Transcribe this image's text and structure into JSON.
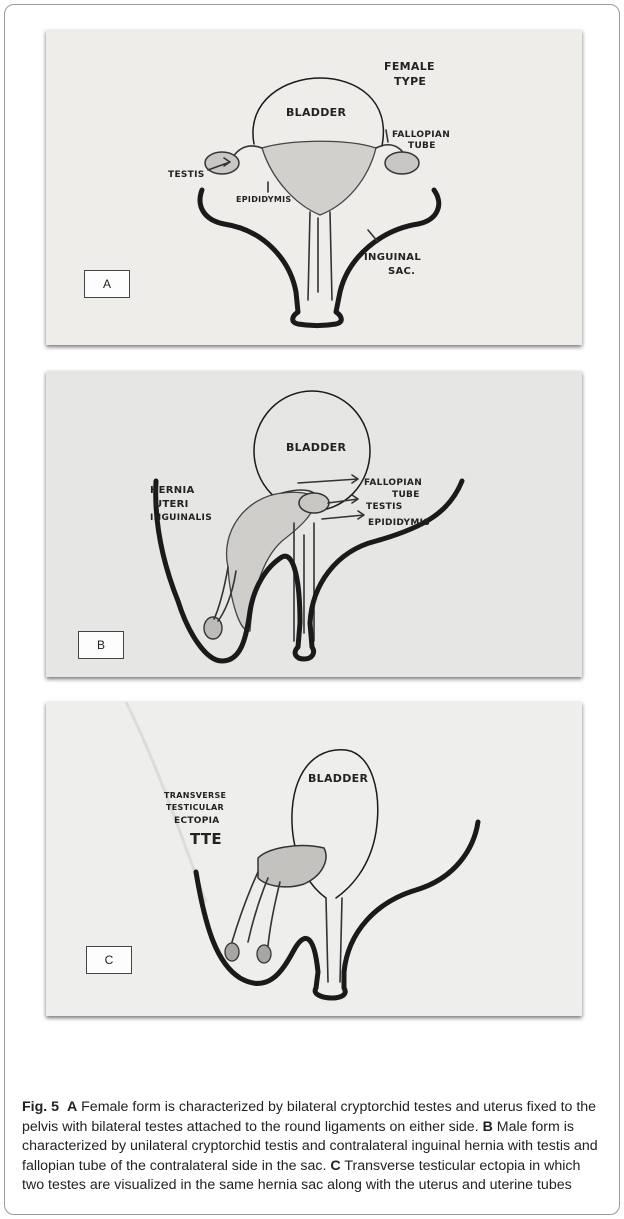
{
  "panels": {
    "a": {
      "box": "A",
      "labels": {
        "female_type_1": "FEMALE",
        "female_type_2": "TYPE",
        "bladder": "BLADDER",
        "fallopian_1": "FALLOPIAN",
        "fallopian_2": "TUBE",
        "testis": "TESTIS",
        "epididymis": "EPIDIDYMIS",
        "inguinal_1": "INGUINAL",
        "inguinal_2": "SAC."
      }
    },
    "b": {
      "box": "B",
      "labels": {
        "bladder": "BLADDER",
        "hernia_1": "HERNIA",
        "hernia_2": "UTERI",
        "hernia_3": "INGUINALIS",
        "fallopian_1": "FALLOPIAN",
        "fallopian_2": "TUBE",
        "testis": "TESTIS",
        "epididymis": "EPIDIDYMIS"
      }
    },
    "c": {
      "box": "C",
      "labels": {
        "bladder": "BLADDER",
        "tte_1": "TRANSVERSE",
        "tte_2": "TESTICULAR",
        "tte_3": "ECTOPIA",
        "tte_4": "TTE"
      }
    }
  },
  "caption": {
    "fig": "Fig. 5",
    "a_tag": "A",
    "a_text": " Female form is characterized by bilateral cryptorchid testes and uterus fixed to the pelvis with bilateral testes attached to the round ligaments on either side. ",
    "b_tag": "B",
    "b_text": " Male form is characterized by unilateral cryptorchid testis and contralateral inguinal hernia with testis and fallopian tube of the contralateral side in the sac. ",
    "c_tag": "C",
    "c_text": " Transverse testicular ectopia in which two testes are visualized in the same hernia sac along with the uterus and uterine tubes"
  }
}
